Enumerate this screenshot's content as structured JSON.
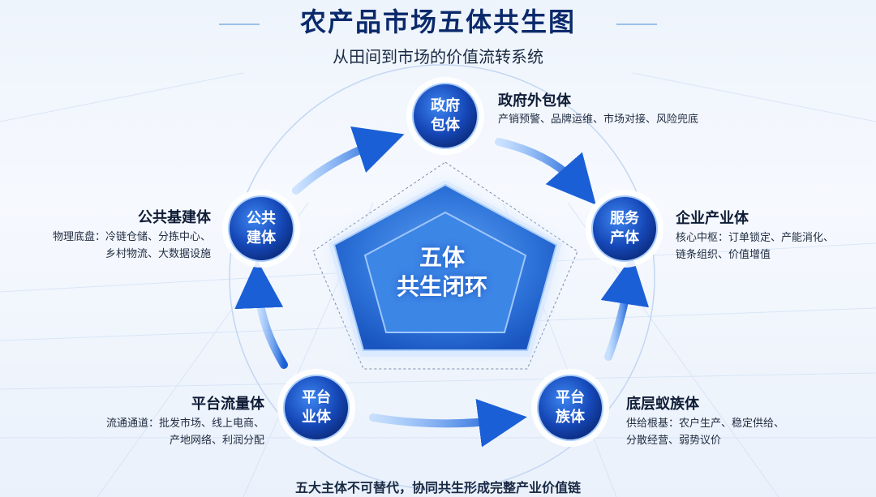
{
  "title": "农产品市场五体共生图",
  "subtitle": "从田间到市场的价值流转系统",
  "center": {
    "line1": "五体",
    "line2": "共生闭环"
  },
  "nodes": [
    {
      "id": "gov",
      "circle_line1": "政府",
      "circle_line2": "包体",
      "title": "政府外包体",
      "desc_line1": "产销预警、品牌运维、市场对接、风险兜底",
      "desc_line2": ""
    },
    {
      "id": "service",
      "circle_line1": "服务",
      "circle_line2": "产体",
      "title": "企业产业体",
      "desc_line1": "核心中枢：订单锁定、产能消化、",
      "desc_line2": "链条组织、价值增值"
    },
    {
      "id": "base",
      "circle_line1": "平台",
      "circle_line2": "族体",
      "title": "底层蚁族体",
      "desc_line1": "供给根基：农户生产、稳定供给、",
      "desc_line2": "分散经营、弱势议价"
    },
    {
      "id": "platform",
      "circle_line1": "平台",
      "circle_line2": "业体",
      "title": "平台流量体",
      "desc_line1": "流通通道：批发市场、线上电商、",
      "desc_line2": "产地网络、利润分配"
    },
    {
      "id": "public",
      "circle_line1": "公共",
      "circle_line2": "建体",
      "title": "公共基建体",
      "desc_line1": "物理底盘：冷链仓储、分拣中心、",
      "desc_line2": "乡村物流、大数据设施"
    }
  ],
  "footer": "五大主体不可替代，协同共生形成完整产业价值链",
  "colors": {
    "primary": "#1648b8",
    "dark": "#0b2a6b",
    "accent": "#2f7de0",
    "glow": "#7fb8ff"
  }
}
